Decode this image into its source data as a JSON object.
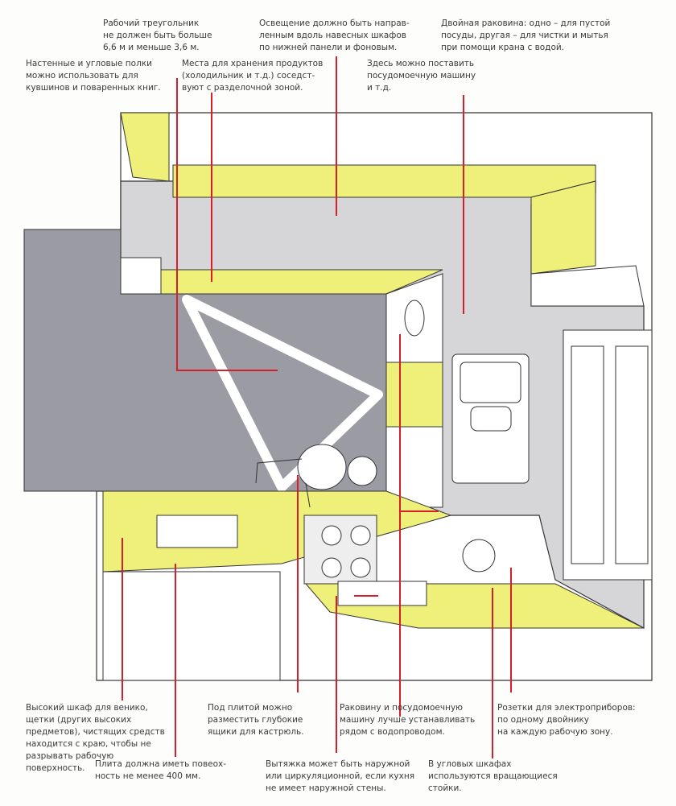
{
  "notes": {
    "triangle": "Рабочий треугольник\nне должен быть больше\n6,6 м и меньше 3,6 м.",
    "lighting": "Освещение должно быть направ-\nленным вдоль навесных шкафов\nпо нижней панели и фоновым.",
    "double_sink": "Двойная раковина: одно – для пустой\nпосуды, другая – для чистки и мытья\nпри помощи крана с водой.",
    "shelves": "Настенные и угловые полки\nможно использовать для\nкувшинов и поваренных книг.",
    "storage": "Места для хранения продуктов\n(холодильник и т.д.) соседст-\nвуют с разделочной зоной.",
    "dishwasher": "Здесь можно поставить\nпосудомоечную машину\nи т.д.",
    "tall_cabinet": "Высокий шкаф для венико,\nщетки (других высоких\nпредметов), чистящих средств\nнаходится с краю, чтобы не\nразрывать рабочую\nповерхность.",
    "stove_surface": "Плита должна иметь повеох-\nность не менее 400 мм.",
    "under_stove": "Под плитой можно\nразместить глубокие\nящики для кастрюль.",
    "hood": "Вытяжка может быть наружной\nили циркуляционной, если кухня\nне имеет наружной стены.",
    "sink_dishwasher": "Раковину и посудомоечную\nмашину лучше устанавливать\nрядом с водопроводом.",
    "corner_cabinets": "В угловых шкафах\nиспользуются вращающиеся\nстойки.",
    "sockets": "Розетки для электроприборов:\nпо одному двойнику\nна каждую рабочую зону."
  },
  "colors": {
    "leader": "#d81e2a",
    "counter": "#eef07a",
    "floor": "#9a9aa2",
    "wall": "#d4d4d6"
  }
}
